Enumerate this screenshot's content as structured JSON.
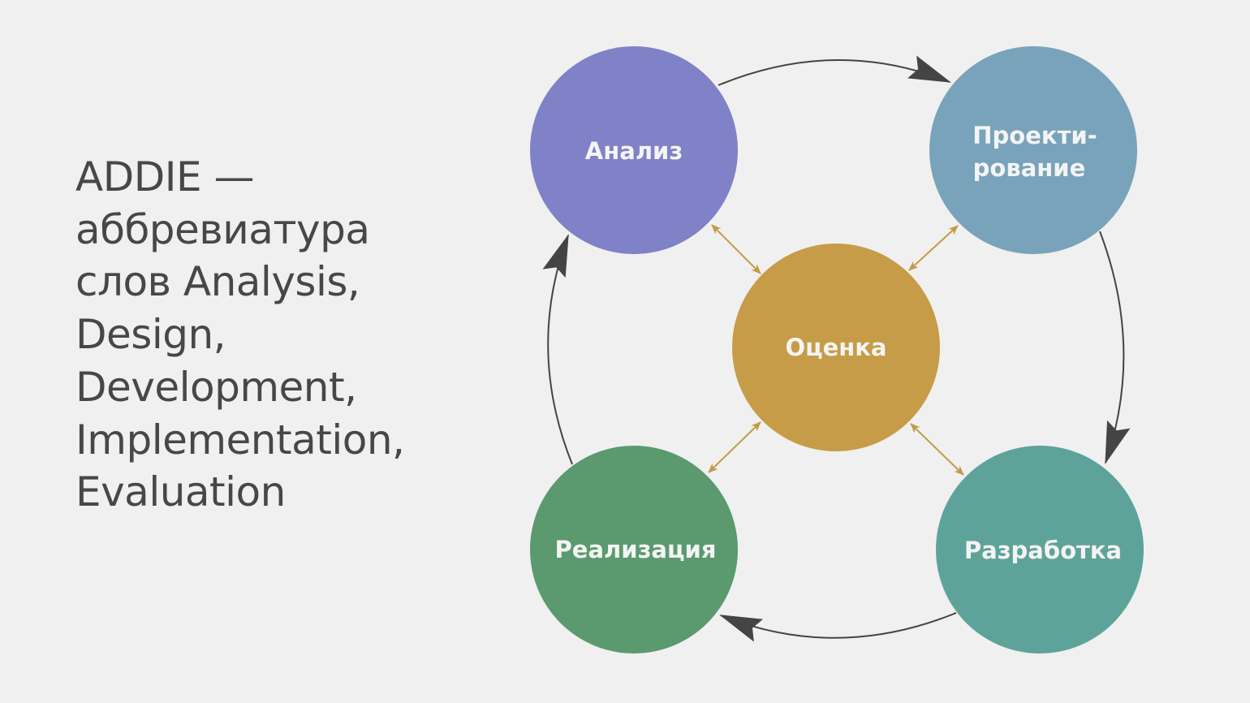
{
  "title_lines": [
    "ADDIE —",
    "аббревиатура",
    "слов Analysis,",
    "Design,",
    "Development,",
    "Implementation,",
    "Evaluation"
  ],
  "stages": {
    "analysis": {
      "label": "Анализ",
      "color": "#7f82c6"
    },
    "design": {
      "label_line1": "Проекти-",
      "label_line2": "рование",
      "color": "#79a3bb"
    },
    "evaluation": {
      "label": "Оценка",
      "color": "#c69c48"
    },
    "implementation": {
      "label": "Реализация",
      "color": "#5a9a6e"
    },
    "development": {
      "label": "Разработка",
      "color": "#5ea39a"
    }
  },
  "colors": {
    "cycle_arrow": "#444444",
    "evaluation_arrow": "#c49a48",
    "text": "#474747",
    "background": "#f0f0f0"
  }
}
